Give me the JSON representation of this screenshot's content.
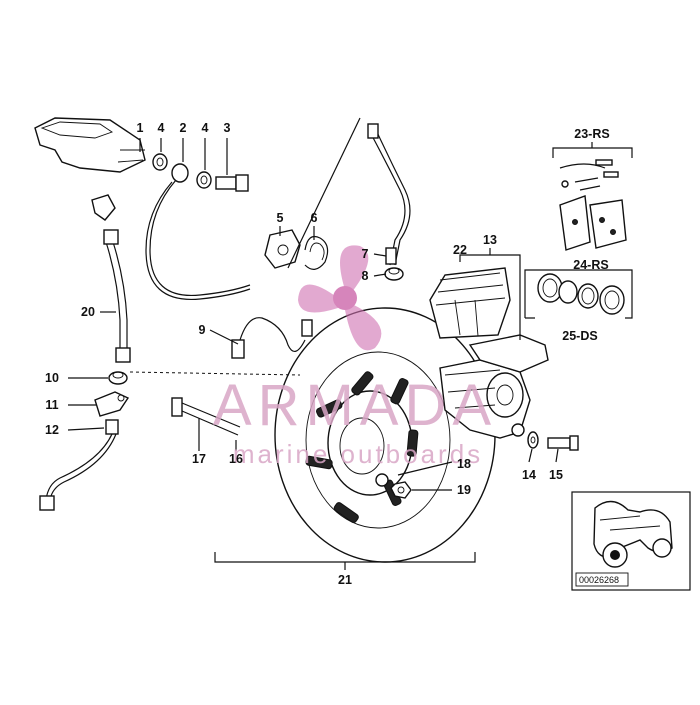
{
  "watermark": {
    "brand": "ARMADA",
    "tagline": "marine outboards",
    "color": "#d9a6c6",
    "accent": "#d070b0"
  },
  "reference_number": "00026268",
  "callouts": {
    "c1": "1",
    "c2": "2",
    "c3": "3",
    "c4a": "4",
    "c4b": "4",
    "c5": "5",
    "c6": "6",
    "c7": "7",
    "c8": "8",
    "c9": "9",
    "c10": "10",
    "c11": "11",
    "c12": "12",
    "c13": "13",
    "c14": "14",
    "c15": "15",
    "c16": "16",
    "c17": "17",
    "c18": "18",
    "c19": "19",
    "c20": "20",
    "c21": "21",
    "c22": "22",
    "c23": "23-RS",
    "c24": "24-RS",
    "c25": "25-DS"
  }
}
